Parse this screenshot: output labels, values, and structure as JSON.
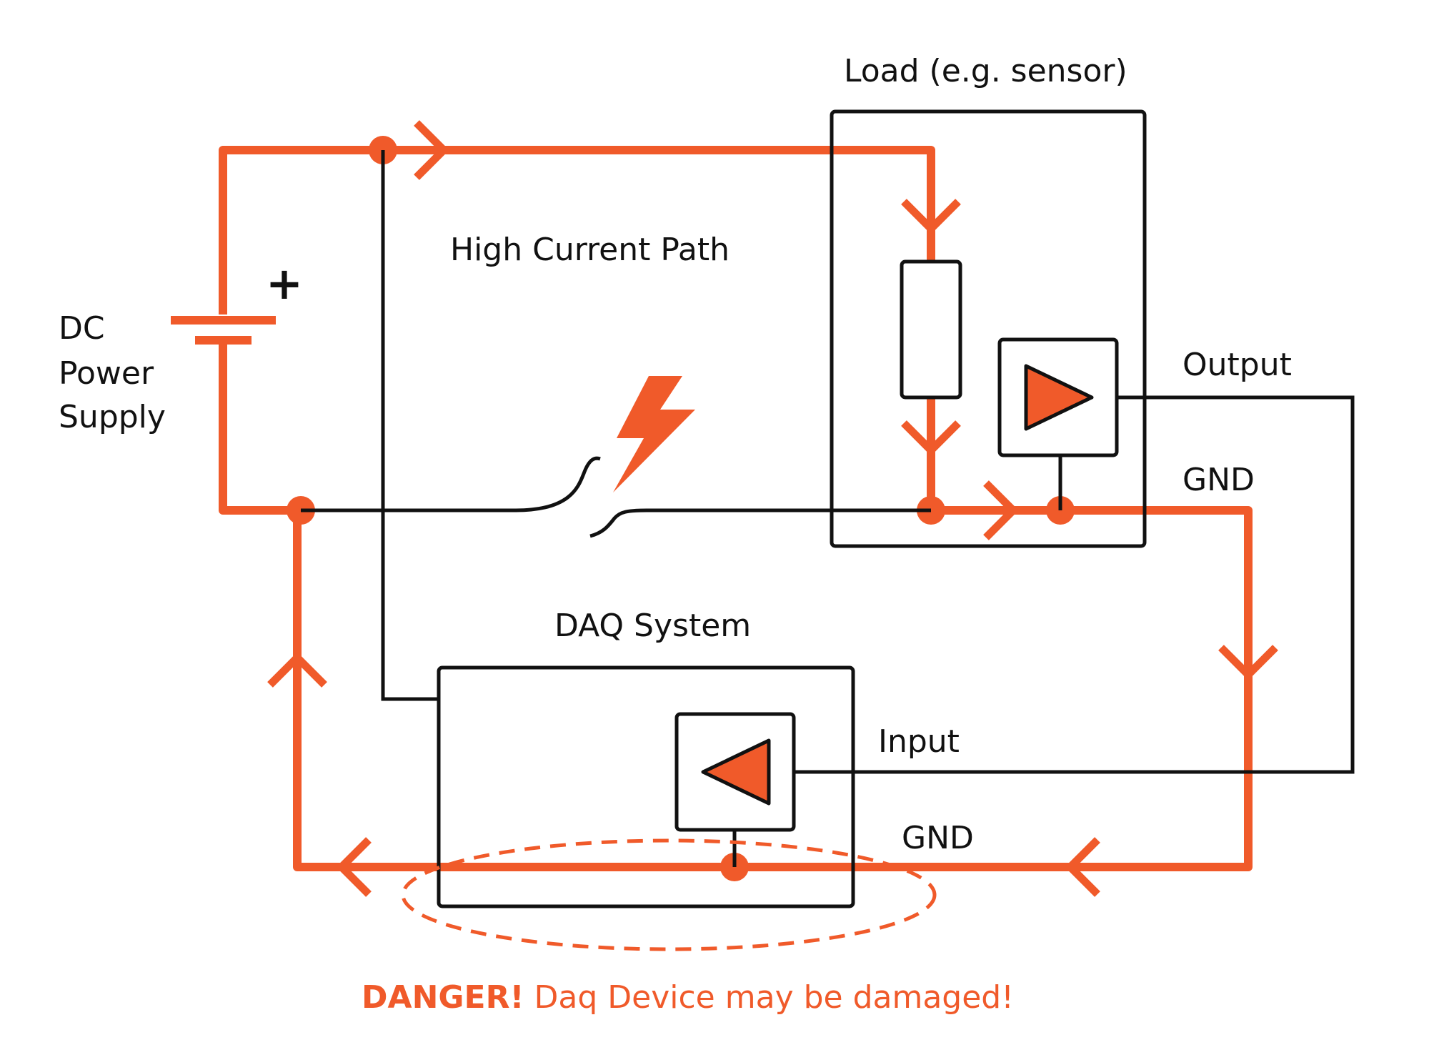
{
  "labels": {
    "load": "Load (e.g. sensor)",
    "high_current_path": "High Current Path",
    "plus": "+",
    "dc": "DC",
    "power": "Power",
    "supply": "Supply",
    "output": "Output",
    "gnd_top": "GND",
    "daq_system": "DAQ System",
    "input": "Input",
    "gnd_bottom": "GND",
    "danger_bold": "DANGER!",
    "danger_text": " Daq Device may be damaged!"
  },
  "colors": {
    "accent": "#f05a2a",
    "line": "#111111"
  }
}
